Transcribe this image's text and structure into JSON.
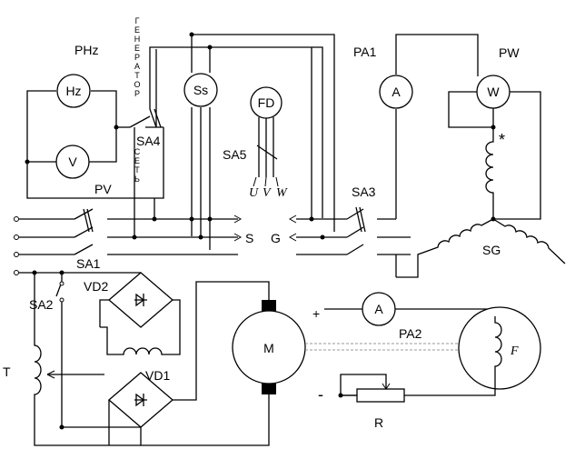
{
  "labels": {
    "phz": "PHz",
    "pv": "PV",
    "sa4": "SA4",
    "sa5": "SA5",
    "pa1": "PA1",
    "pw": "PW",
    "sa3": "SA3",
    "sa1": "SA1",
    "sa2": "SA2",
    "vd2": "VD2",
    "vd1": "VD1",
    "t": "T",
    "pa2": "PA2",
    "sg": "SG",
    "r": "R",
    "s": "S",
    "g": "G",
    "star": "*",
    "plus": "+",
    "minus": "-"
  },
  "instruments": {
    "hz": "Hz",
    "v": "V",
    "ss": "Ss",
    "fd": "FD",
    "a1": "A",
    "w": "W",
    "a2": "A",
    "m": "M",
    "f": "F"
  },
  "phases": {
    "u": "U",
    "v": "V",
    "w": "W"
  },
  "vertical": {
    "generator": [
      "Г",
      "Е",
      "Н",
      "Е",
      "Р",
      "А",
      "Т",
      "О",
      "Р"
    ],
    "set": [
      "С",
      "Е",
      "Т",
      "Ь"
    ]
  }
}
